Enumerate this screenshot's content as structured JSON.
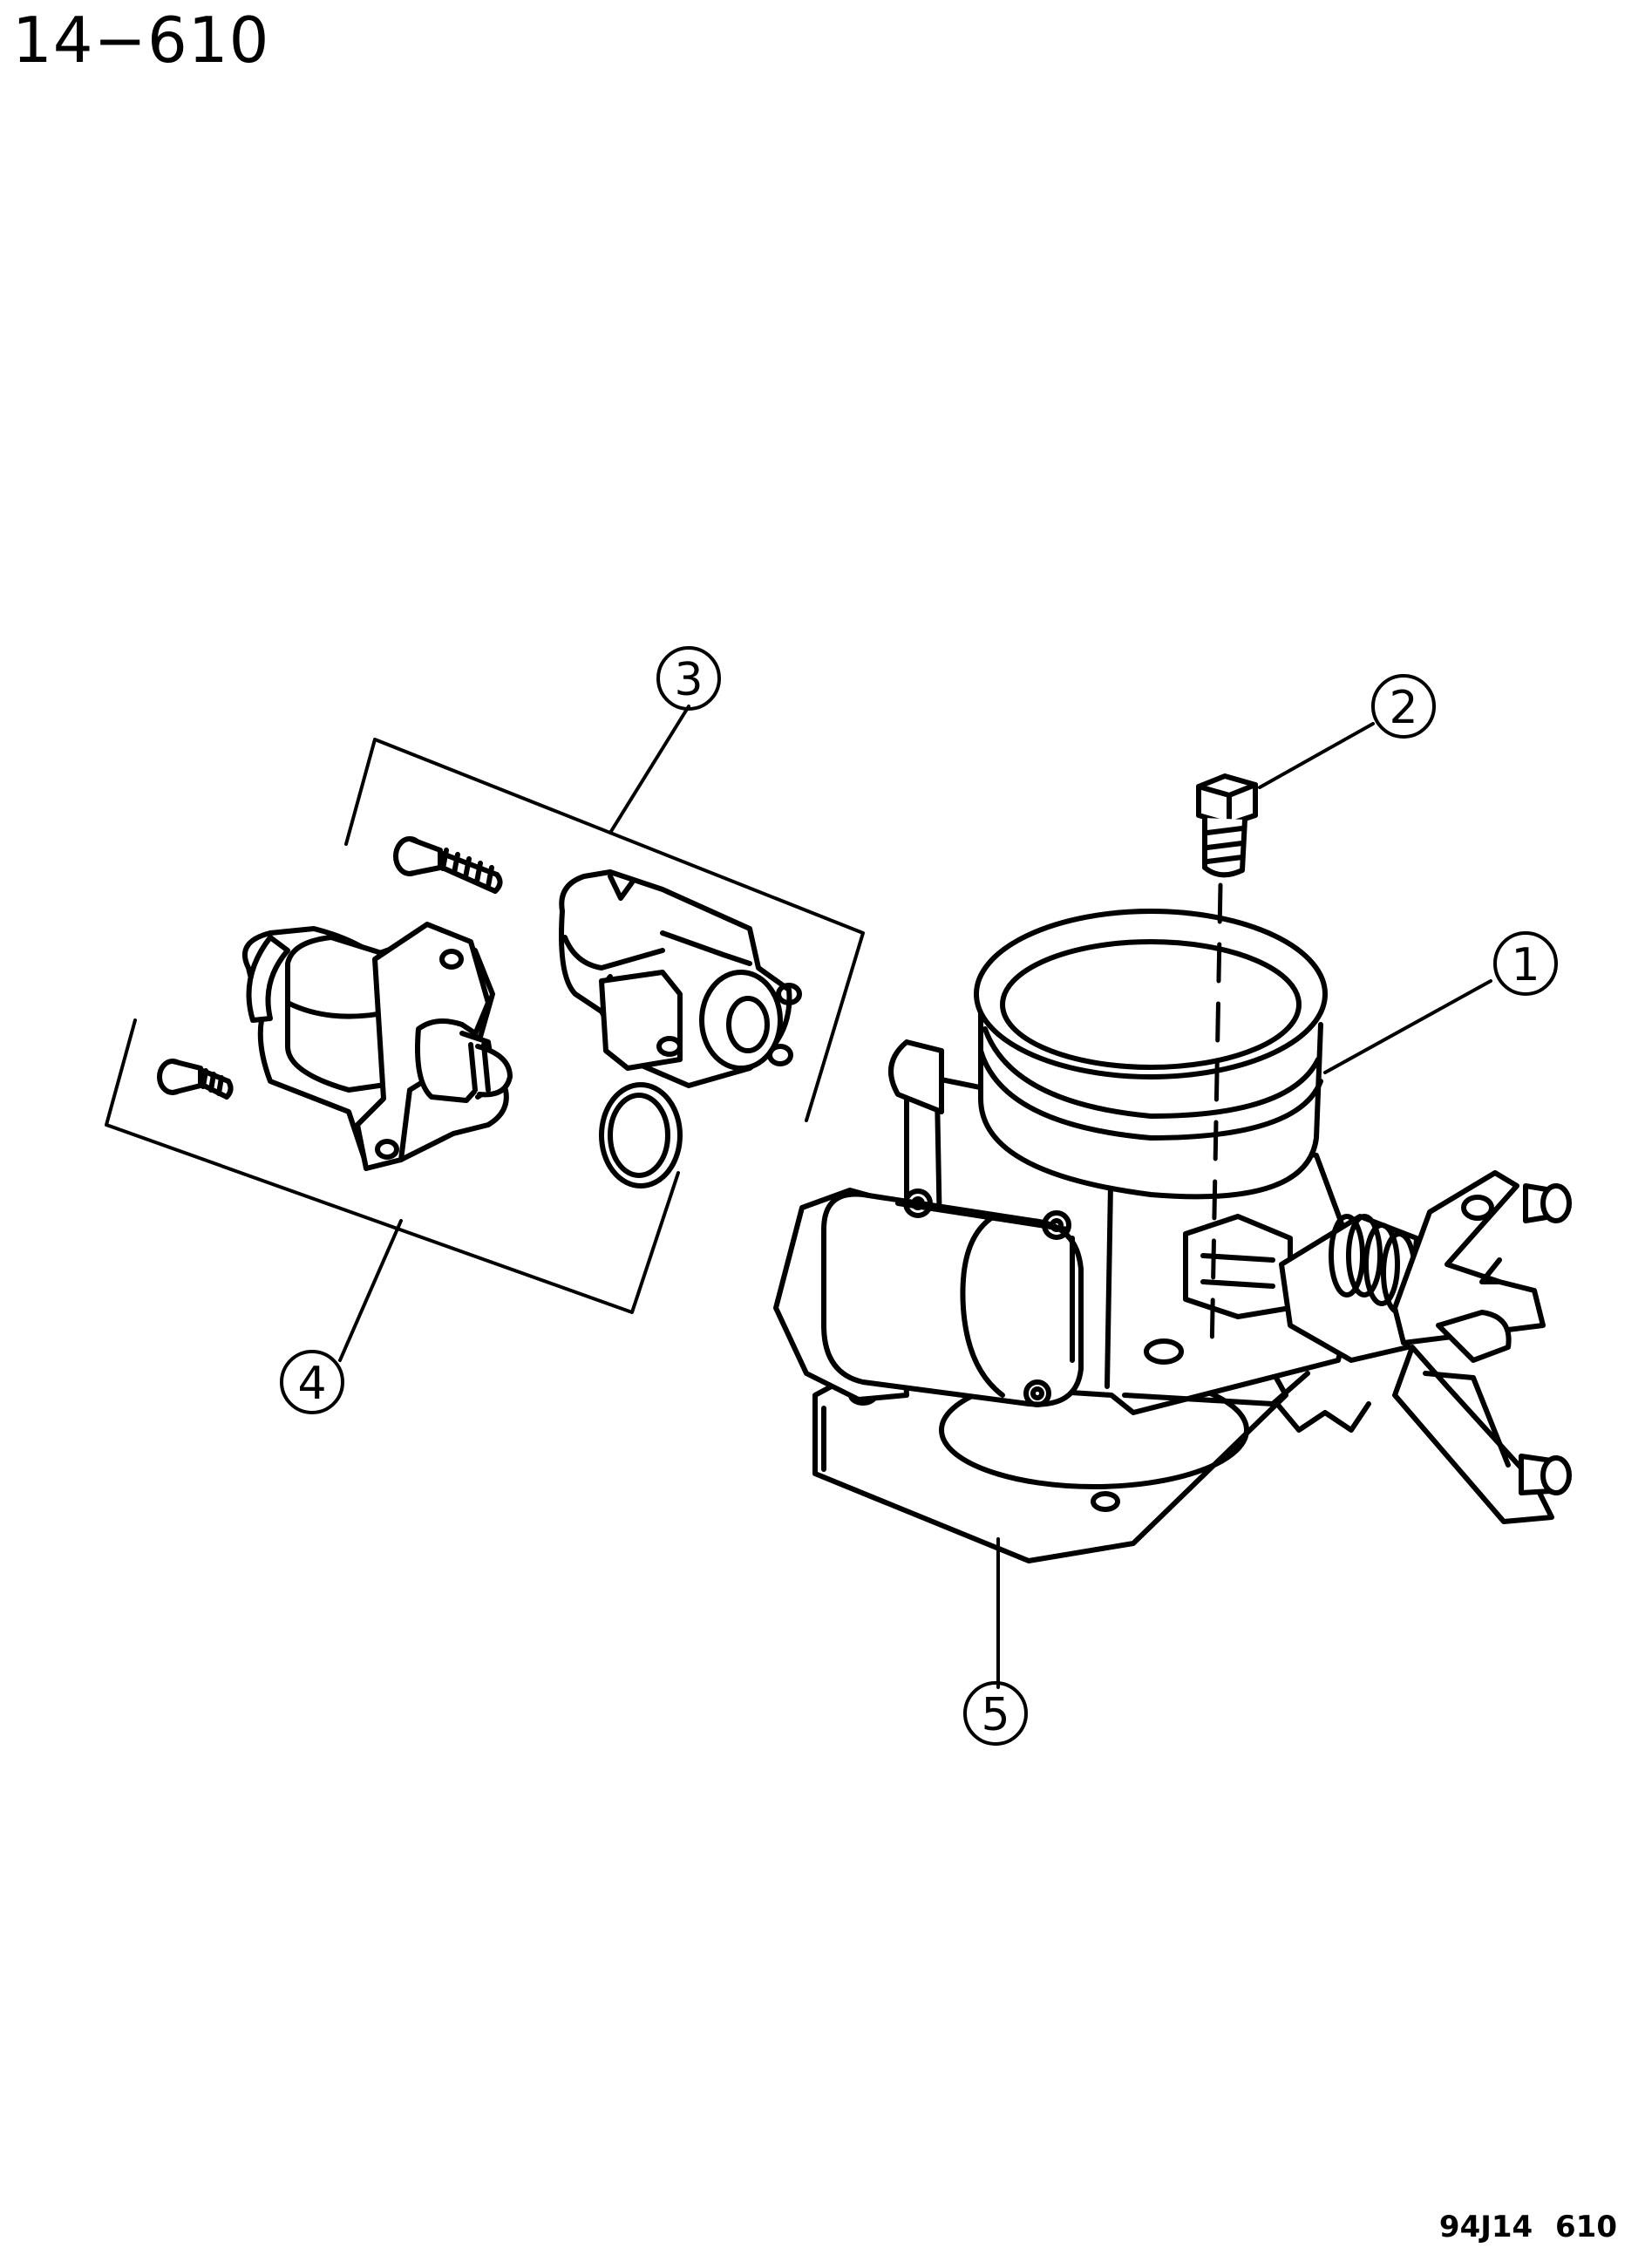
{
  "page": {
    "number": "14−610",
    "figure_code": "94J14 610"
  },
  "callouts": [
    {
      "id": "1",
      "label": "1"
    },
    {
      "id": "2",
      "label": "2"
    },
    {
      "id": "3",
      "label": "3"
    },
    {
      "id": "4",
      "label": "4"
    },
    {
      "id": "5",
      "label": "5"
    }
  ],
  "colors": {
    "ink": "#000000",
    "paper": "#ffffff"
  }
}
